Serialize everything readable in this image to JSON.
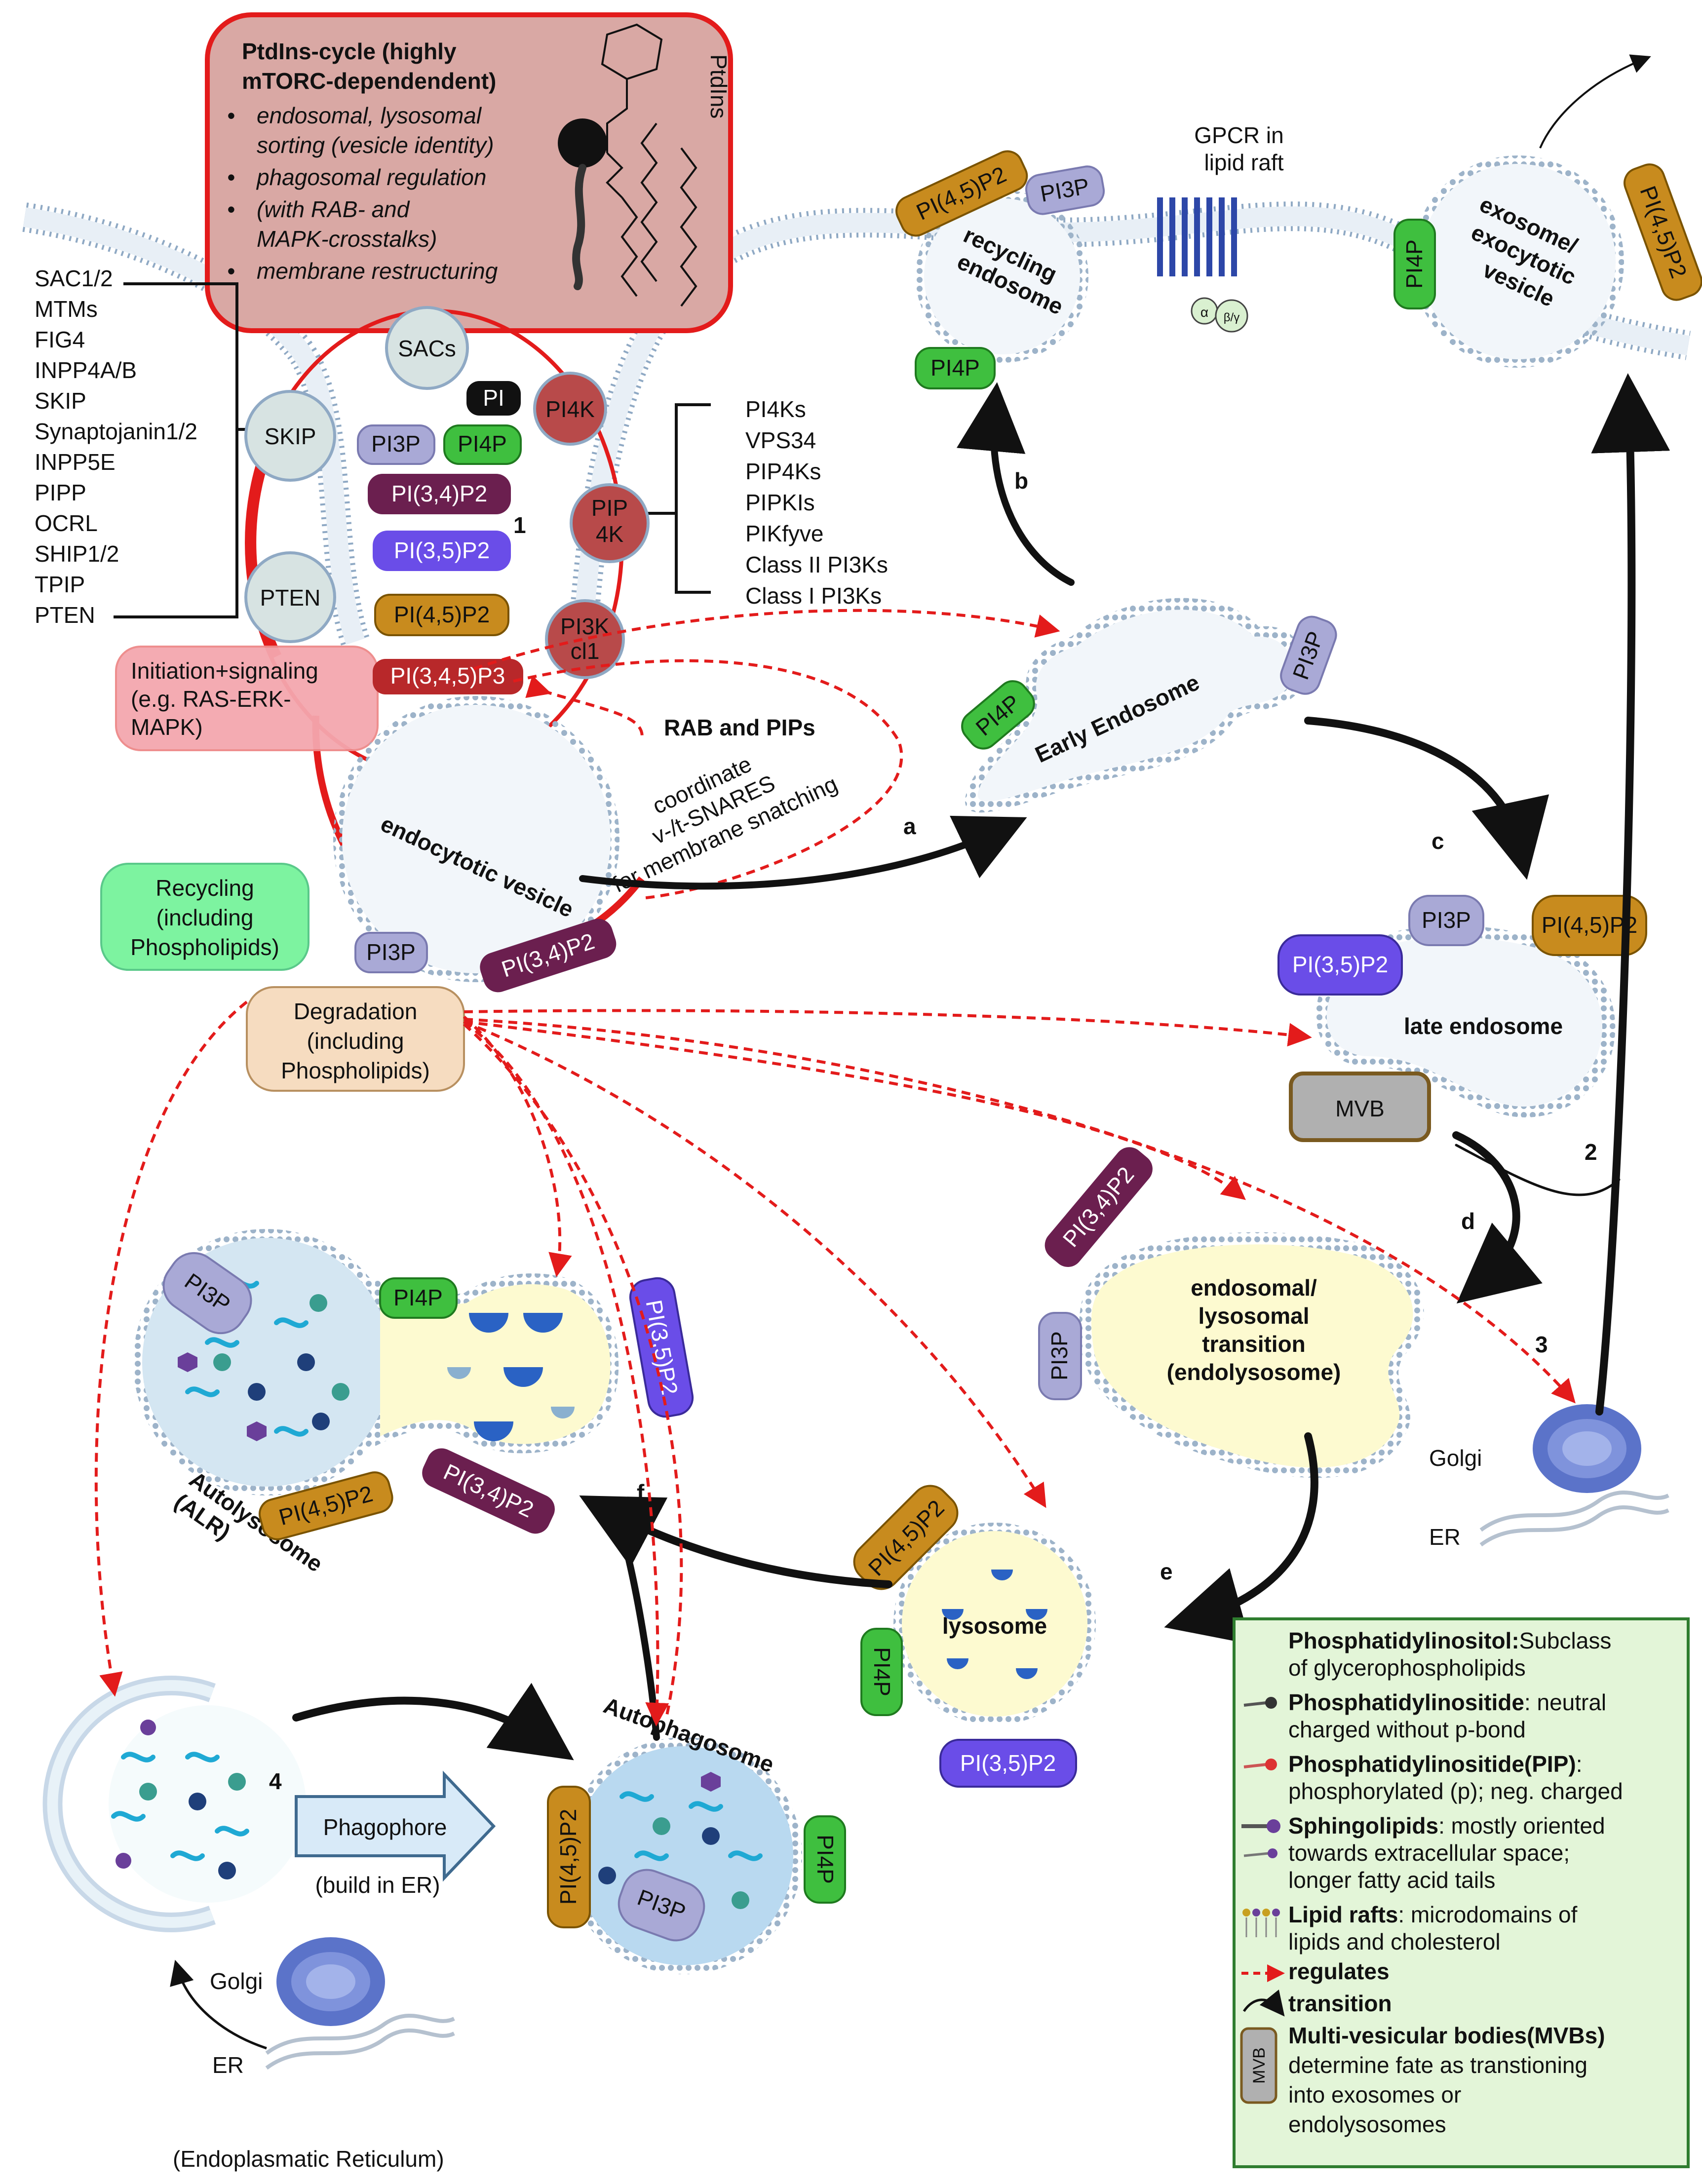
{
  "ptdins_box": {
    "title_line1": "PtdIns-cycle (highly",
    "title_line2": "mTORC-dependendent)",
    "bullets": [
      "endosomal, lysosomal",
      "sorting (vesicle identity)",
      "phagosomal regulation",
      "(with  RAB- and",
      "MAPK-crosstalks)",
      "membrane restructuring"
    ],
    "molecule_label": "PtdIns"
  },
  "phosphatases": [
    "SAC1/2",
    "MTMs",
    "FIG4",
    "INPP4A/B",
    "SKIP",
    "Synaptojanin1/2",
    "INPP5E",
    "PIPP",
    "OCRL",
    "SHIP1/2",
    "TPIP",
    "PTEN"
  ],
  "kinases": [
    "PI4Ks",
    "VPS34",
    "PIP4Ks",
    "PIPKIs",
    "PIKfyve",
    "Class II PI3Ks",
    "Class I PI3Ks"
  ],
  "enzymes": {
    "sacs": "SACs",
    "skip": "SKIP",
    "pten": "PTEN",
    "pi4k": "PI4K",
    "pip4k_1": "PIP",
    "pip4k_2": "4K",
    "pi3k_1": "PI3K",
    "pi3k_2": "cl1"
  },
  "cycle": {
    "pi": "PI",
    "pi3p": "PI3P",
    "pi4p": "PI4P",
    "pi34p2": "PI(3,4)P2",
    "pi35p2": "PI(3,5)P2",
    "pi45p2": "PI(4,5)P2",
    "pi345p3": "PI(3,4,5)P3",
    "number": "1"
  },
  "initiation": {
    "line1": "Initiation+signaling",
    "line2": "(e.g. RAS-ERK-",
    "line3": "MAPK)"
  },
  "rab_label": "RAB and PIPs",
  "snare": {
    "line1": "coordinate",
    "line2": "v-/t-SNARES",
    "line3": "for membrane snatching"
  },
  "endocytotic_vesicle": "endocytotic vesicle",
  "recycling_box": {
    "line1": "Recycling",
    "line2": "(including",
    "line3": "Phospholipids)"
  },
  "degradation_box": {
    "line1": "Degradation",
    "line2": "(including",
    "line3": "Phospholipids)"
  },
  "recycling_endosome": {
    "line1": "recycling",
    "line2": "endosome"
  },
  "gpcr": {
    "line1": "GPCR in",
    "line2": "lipid raft",
    "alpha": "α",
    "beta": "β/γ"
  },
  "exosome": {
    "line1": "exosome/",
    "line2": "exocytotic",
    "line3": "vesicle"
  },
  "early_endosome": "Early Endosome",
  "late_endosome": "late endosome",
  "mvb": "MVB",
  "endolysosome": {
    "line1": "endosomal/",
    "line2": "lysosomal",
    "line3": "transition",
    "line4": "(endolysosome)"
  },
  "lysosome": "lysosome",
  "autolysosome": {
    "line1": "Autolysosome",
    "line2": "(ALR)"
  },
  "autophagosome": "Autophagosome",
  "phagophore": {
    "line1": "Phagophore",
    "line2": "(build in ER)"
  },
  "organelles": {
    "golgi": "Golgi",
    "er": "ER",
    "er_full": "(Endoplasmatic Reticulum)"
  },
  "letters": {
    "a": "a",
    "b": "b",
    "c": "c",
    "d": "d",
    "e": "e",
    "f": "f"
  },
  "numbers": {
    "n2": "2",
    "n3": "3",
    "n4": "4"
  },
  "pip_labels": {
    "pi45p2": "PI(4,5)P2",
    "pi3p": "PI3P",
    "pi4p": "PI4P",
    "pi35p2": "PI(3,5)P2",
    "pi34p2": "PI(3,4)P2"
  },
  "legend": [
    {
      "bold": "Phosphatidylinositol:",
      "text": "Subclass"
    },
    {
      "bold": "",
      "text": "of glycerophospholipids"
    },
    {
      "bold": "Phosphatidylinositide",
      "text": ": neutral"
    },
    {
      "bold": "",
      "text": "charged without p-bond"
    },
    {
      "bold": "Phosphatidylinositide(PIP)",
      "text": ":"
    },
    {
      "bold": "",
      "text": "phosphorylated (p); neg. charged"
    },
    {
      "bold": "Sphingolipids",
      "text": ": mostly oriented"
    },
    {
      "bold": "",
      "text": "towards extracellular space;"
    },
    {
      "bold": "",
      "text": "longer fatty acid tails"
    },
    {
      "bold": "Lipid rafts",
      "text": ": microdomains of"
    },
    {
      "bold": "",
      "text": "lipids and cholesterol"
    },
    {
      "bold": "regulates",
      "text": ""
    },
    {
      "bold": "transition",
      "text": ""
    },
    {
      "bold": "Multi-vesicular bodies(MVBs)",
      "text": ""
    },
    {
      "bold": "",
      "text": "determine fate as transtioning"
    },
    {
      "bold": "",
      "text": "into exosomes or"
    },
    {
      "bold": "",
      "text": "endolysosomes"
    }
  ],
  "legend_mvb": "MVB",
  "colors": {
    "pi45p2": "#c88b1e",
    "pi3p": "#a9a9d6",
    "pi4p": "#3fbf3f",
    "pi34p2": "#6b1f4f",
    "pi35p2": "#6a4de8",
    "enzyme": "#b84a4a",
    "red": "#e31b1b",
    "membrane": "#a8c4e0",
    "legend_bg": "#e3f5d8",
    "legend_border": "#2f7d2f"
  }
}
